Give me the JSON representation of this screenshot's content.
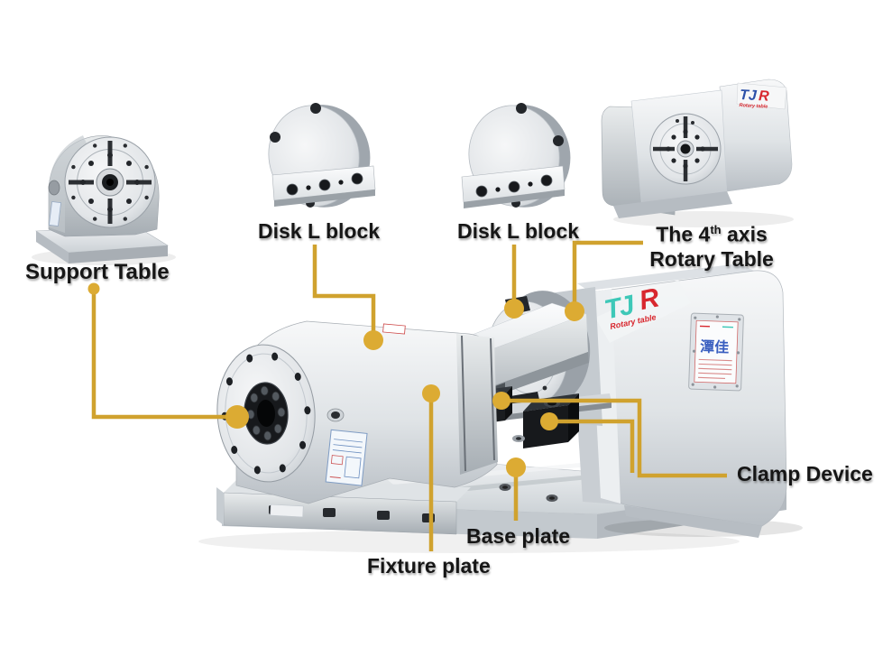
{
  "colors": {
    "connector_gold": "#D0A22E",
    "dot_gold": "#DCAB33",
    "label_text": "#161616",
    "logo_teal": "#3EC8B8",
    "logo_blue": "#2B50A8",
    "logo_red": "#D8272E",
    "background": "#FFFFFF"
  },
  "labels": {
    "support_table": "Support Table",
    "disk_l_block_left": "Disk L block",
    "disk_l_block_right": "Disk L block",
    "fourth_axis": {
      "pre": "The 4",
      "sup": "th",
      "post": " axis",
      "line2": "Rotary Table"
    },
    "clamp_device": "Clamp Device",
    "base_plate": "Base plate",
    "fixture_plate": "Fixture plate"
  },
  "logo": {
    "tj": "TJ",
    "r": "R",
    "sub": "Rotary table"
  },
  "nameplate": {
    "text": "潭佳"
  }
}
